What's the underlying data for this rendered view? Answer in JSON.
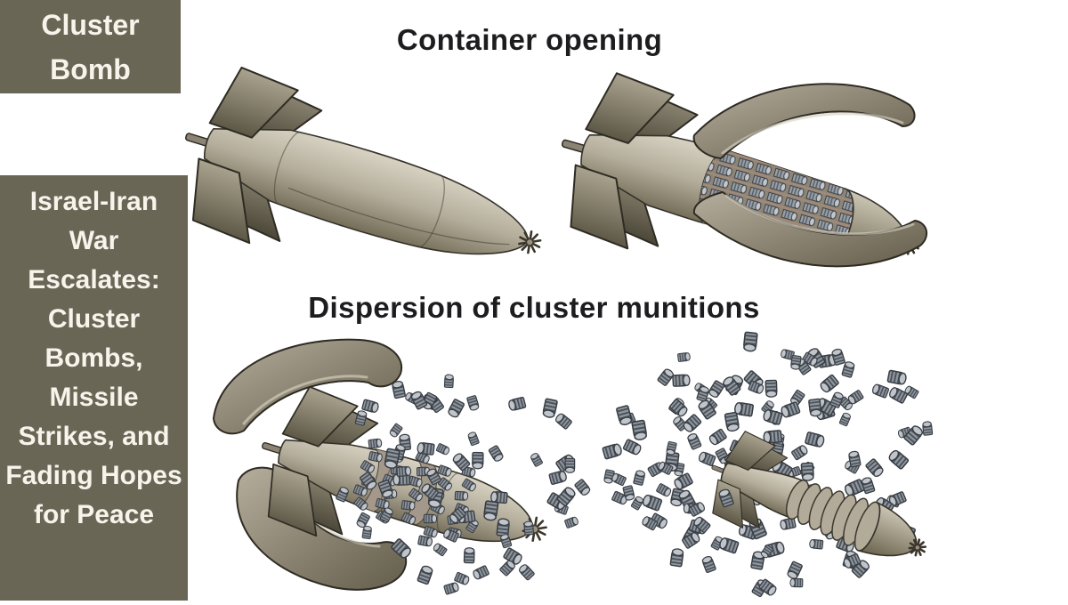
{
  "colors": {
    "background": "#ffffff",
    "panel": "#6a6656",
    "panel_text": "#f7f4ec",
    "heading_text": "#1d1d1f",
    "bomb_body_light": "#d8d3c4",
    "bomb_body_dark": "#746e59",
    "submunition_gray": "#8f969e"
  },
  "title_card": {
    "text": "Cluster Bomb"
  },
  "headline_card": {
    "text": "Israel-Iran War Escalates: Cluster Bombs, Missile Strikes, and Fading Hopes for Peace"
  },
  "stages": {
    "stage1": "Container opening",
    "stage2": "Dispersion of cluster munitions"
  }
}
